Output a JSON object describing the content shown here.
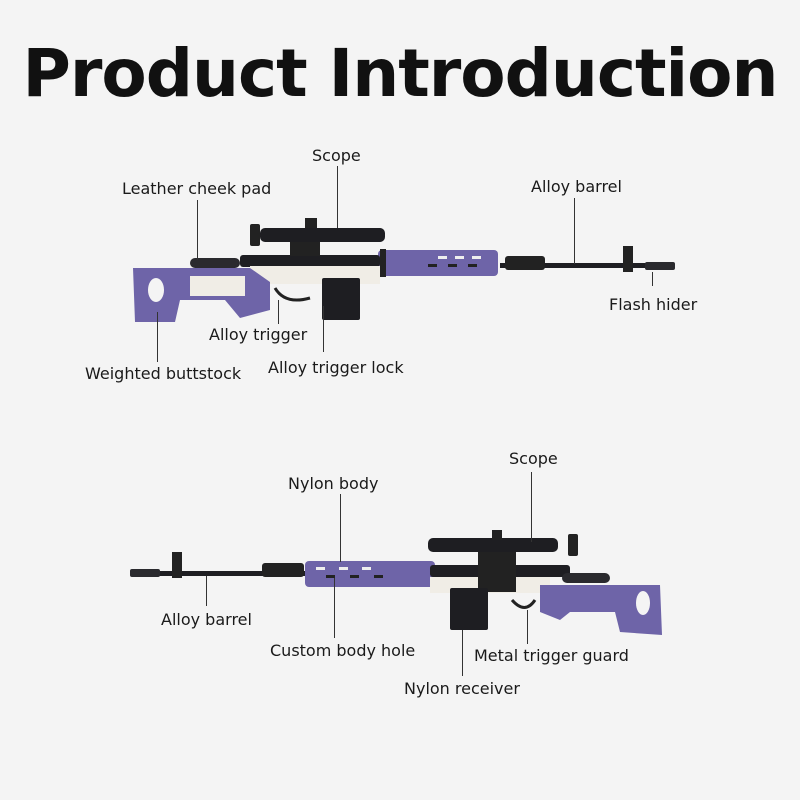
{
  "title": "Product Introduction",
  "colors": {
    "background": "#f4f4f4",
    "stock_purple": "#6e64a8",
    "metal_black": "#1e1e22",
    "receiver_white": "#f0ede6"
  },
  "diagram_top": {
    "orientation": "muzzle-right",
    "labels": {
      "scope": "Scope",
      "cheek_pad": "Leather cheek pad",
      "barrel": "Alloy barrel",
      "flash_hider": "Flash hider",
      "trigger": "Alloy trigger",
      "trigger_lock": "Alloy trigger lock",
      "buttstock": "Weighted buttstock"
    }
  },
  "diagram_bottom": {
    "orientation": "muzzle-left",
    "labels": {
      "scope": "Scope",
      "nylon_body": "Nylon body",
      "barrel": "Alloy barrel",
      "body_hole": "Custom body hole",
      "trigger_guard": "Metal trigger guard",
      "receiver": "Nylon receiver"
    }
  }
}
